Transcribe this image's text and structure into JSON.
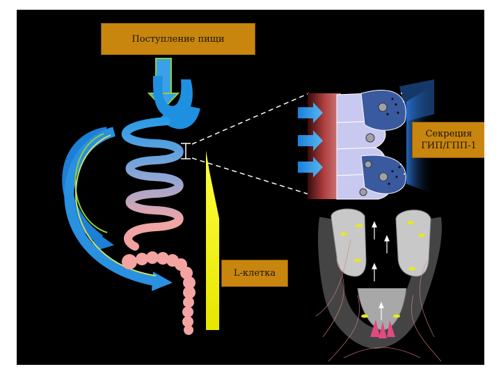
{
  "labels": {
    "food_intake": "Поступление пищи",
    "secretion_line1": "Секреция",
    "secretion_line2": "ГИП/ГПП-1",
    "l_cell": "L-клетка"
  },
  "colors": {
    "background": "#000000",
    "label_box": "#c8860f",
    "stomach_blue": "#1f8fe0",
    "intestine_gradient_top": "#3aa0e8",
    "intestine_gradient_bottom": "#f2a0a0",
    "arrow_green": "#8fd13a",
    "l_cell_gradient": "#ffff00"
  }
}
